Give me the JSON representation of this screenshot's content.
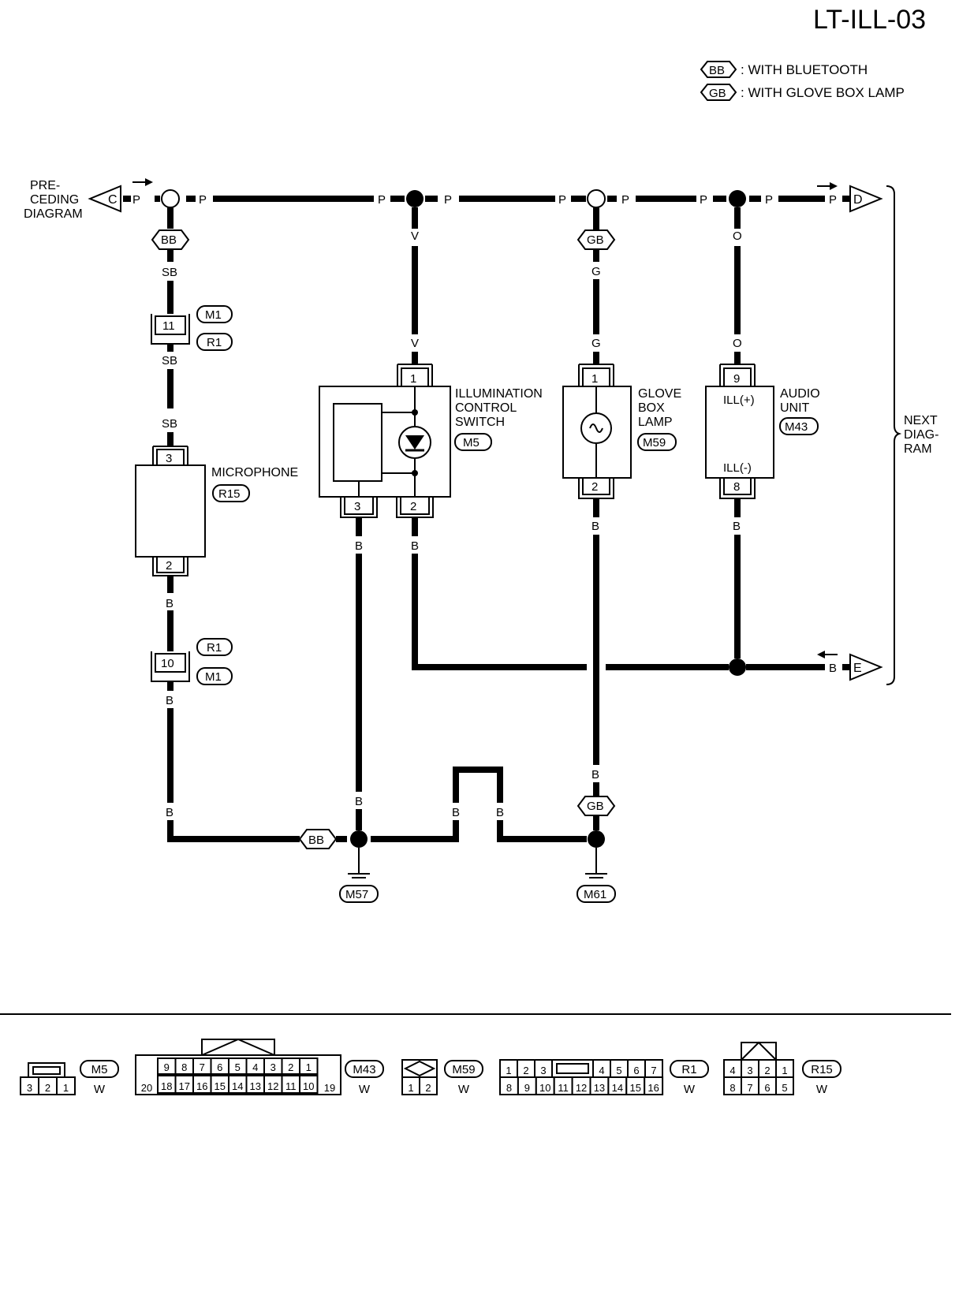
{
  "diagram_id": "LT-ILL-03",
  "legend": [
    {
      "code": "BB",
      "text": ": WITH BLUETOOTH"
    },
    {
      "code": "GB",
      "text": ": WITH GLOVE BOX LAMP"
    }
  ],
  "offpage": {
    "preceding_lines": [
      "PRE-",
      "CEDING",
      "DIAGRAM"
    ],
    "next_lines": [
      "NEXT",
      "DIAG-",
      "RAM"
    ],
    "c_letter": "C",
    "d_letter": "D",
    "e_letter": "E"
  },
  "wire_colors": {
    "p": "P",
    "v": "V",
    "g": "G",
    "o": "O",
    "sb": "SB",
    "b": "B"
  },
  "condition_tags": {
    "bb": "BB",
    "gb": "GB"
  },
  "connectors": {
    "m1": "M1",
    "r1": "R1",
    "m5": "M5",
    "r15": "R15",
    "m59": "M59",
    "m43": "M43",
    "m57": "M57",
    "m61": "M61"
  },
  "pins": {
    "mic_top": "3",
    "mic_bottom": "2",
    "jc_top": "11",
    "jc_bottom": "10",
    "ics_top": "1",
    "ics_left": "3",
    "ics_right": "2",
    "gbl_top": "1",
    "gbl_bottom": "2",
    "audio_top": "9",
    "audio_bottom": "8"
  },
  "components": {
    "illumination_lines": [
      "ILLUMINATION",
      "CONTROL",
      "SWITCH"
    ],
    "glove_lines": [
      "GLOVE",
      "BOX",
      "LAMP"
    ],
    "audio_lines": [
      "AUDIO",
      "UNIT"
    ],
    "microphone": "MICROPHONE",
    "ill_plus": "ILL(+)",
    "ill_minus": "ILL(-)"
  },
  "connector_views": [
    {
      "code": "M5",
      "color": "W",
      "row1": [],
      "row2": [
        "3",
        "2",
        "1"
      ]
    },
    {
      "code": "M43",
      "color": "W",
      "row1": [
        "9",
        "8",
        "7",
        "6",
        "5",
        "4",
        "3",
        "2",
        "1"
      ],
      "row2": [
        "18",
        "17",
        "16",
        "15",
        "14",
        "13",
        "12",
        "11",
        "10"
      ],
      "left": "20",
      "right": "19"
    },
    {
      "code": "M59",
      "color": "W",
      "row1": [],
      "row2": [
        "1",
        "2"
      ]
    },
    {
      "code": "R1",
      "color": "W",
      "row1": [
        "1",
        "2",
        "3",
        "4",
        "5",
        "6",
        "7"
      ],
      "row2": [
        "8",
        "9",
        "10",
        "11",
        "12",
        "13",
        "14",
        "15",
        "16"
      ]
    },
    {
      "code": "R15",
      "color": "W",
      "row1": [
        "4",
        "3",
        "2",
        "1"
      ],
      "row2": [
        "8",
        "7",
        "6",
        "5"
      ]
    }
  ]
}
